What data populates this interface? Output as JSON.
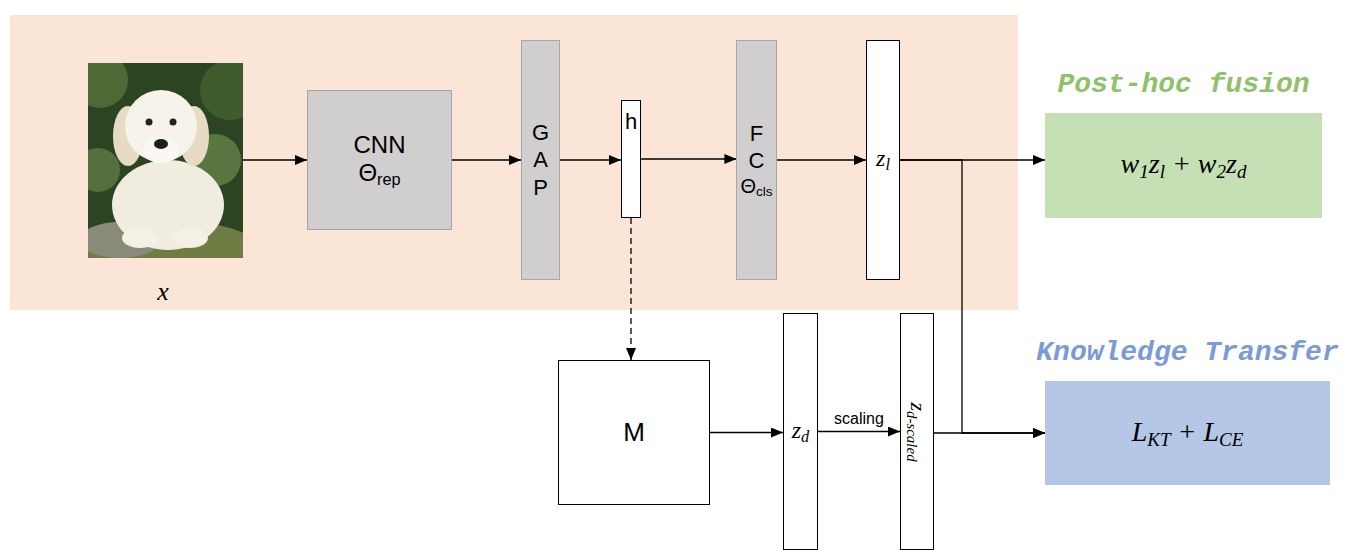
{
  "diagram": {
    "nodes": [
      {
        "text": [
          "CNN",
          "Θrep"
        ]
      },
      {
        "text": [
          "GAP"
        ]
      },
      {
        "text": [
          "h"
        ]
      },
      {
        "text": [
          "FC",
          "Θcls"
        ]
      },
      {
        "text": [
          "zl"
        ]
      },
      {
        "text": [
          "Post-hoc fusion",
          "w1zl + w2zd"
        ]
      },
      {
        "text": [
          "M"
        ]
      },
      {
        "text": [
          "zd"
        ]
      },
      {
        "text": [
          "zd-scaled"
        ]
      },
      {
        "text": [
          "Knowledge Transfer",
          "LKT + LCE"
        ]
      }
    ],
    "edges": [
      {
        "from": 0,
        "to": 1,
        "arrow": "to"
      },
      {
        "from": 1,
        "to": 2,
        "arrow": "to"
      },
      {
        "from": 2,
        "to": 3,
        "arrow": "to"
      },
      {
        "from": 3,
        "to": 4,
        "arrow": "to"
      },
      {
        "from": 4,
        "to": 5,
        "arrow": "to"
      },
      {
        "from": 2,
        "to": 6,
        "arrow": "to"
      },
      {
        "from": 6,
        "to": 7,
        "arrow": "to"
      },
      {
        "from": 7,
        "to": 8,
        "label": "scaling",
        "arrow": "to"
      },
      {
        "from": 4,
        "to": 9,
        "arrow": "to"
      },
      {
        "from": 8,
        "to": 9,
        "arrow": "to"
      }
    ],
    "labels": [
      "x"
    ]
  }
}
